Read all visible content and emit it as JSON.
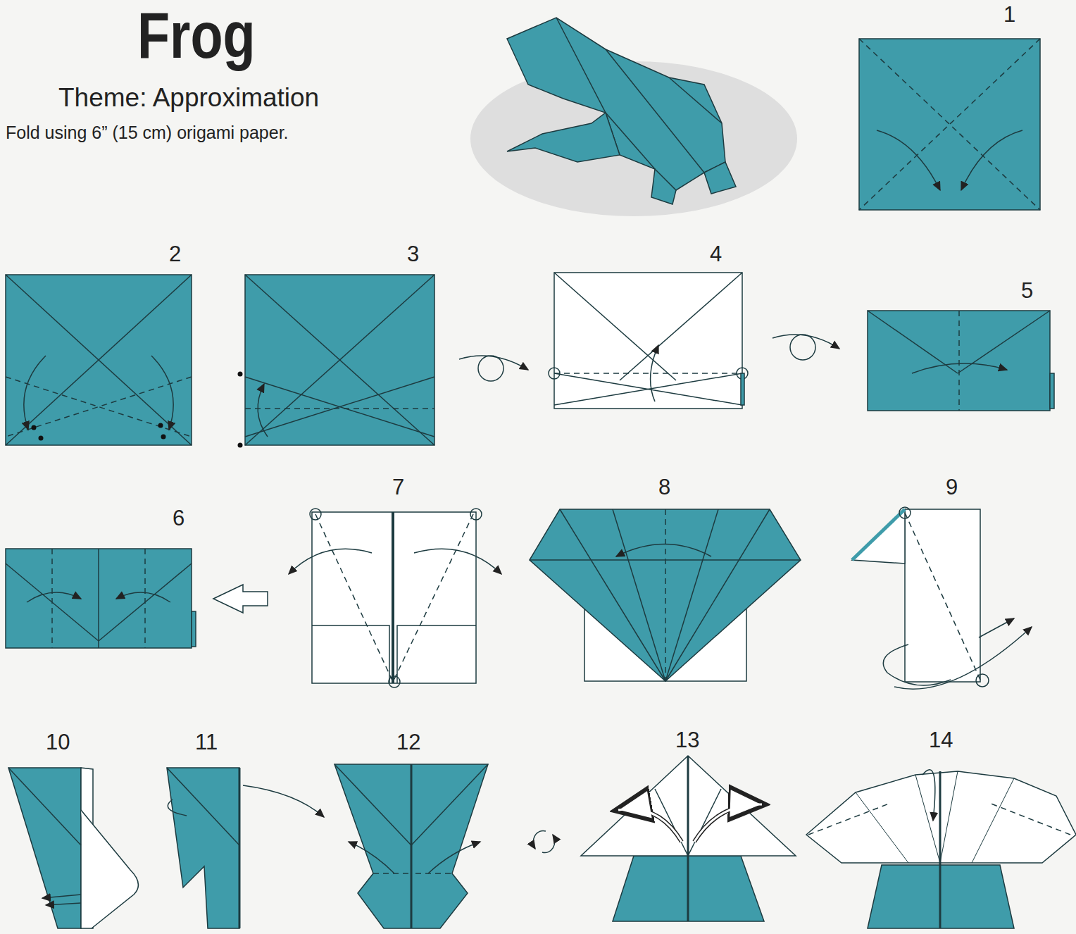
{
  "diagram": {
    "title": "Frog",
    "labels": [
      "Theme: Approximation",
      "Fold using 6” (15 cm) origami paper.",
      "1",
      "2",
      "3",
      "4",
      "5",
      "6",
      "7",
      "8",
      "9",
      "10",
      "11",
      "12",
      "13",
      "14"
    ]
  }
}
